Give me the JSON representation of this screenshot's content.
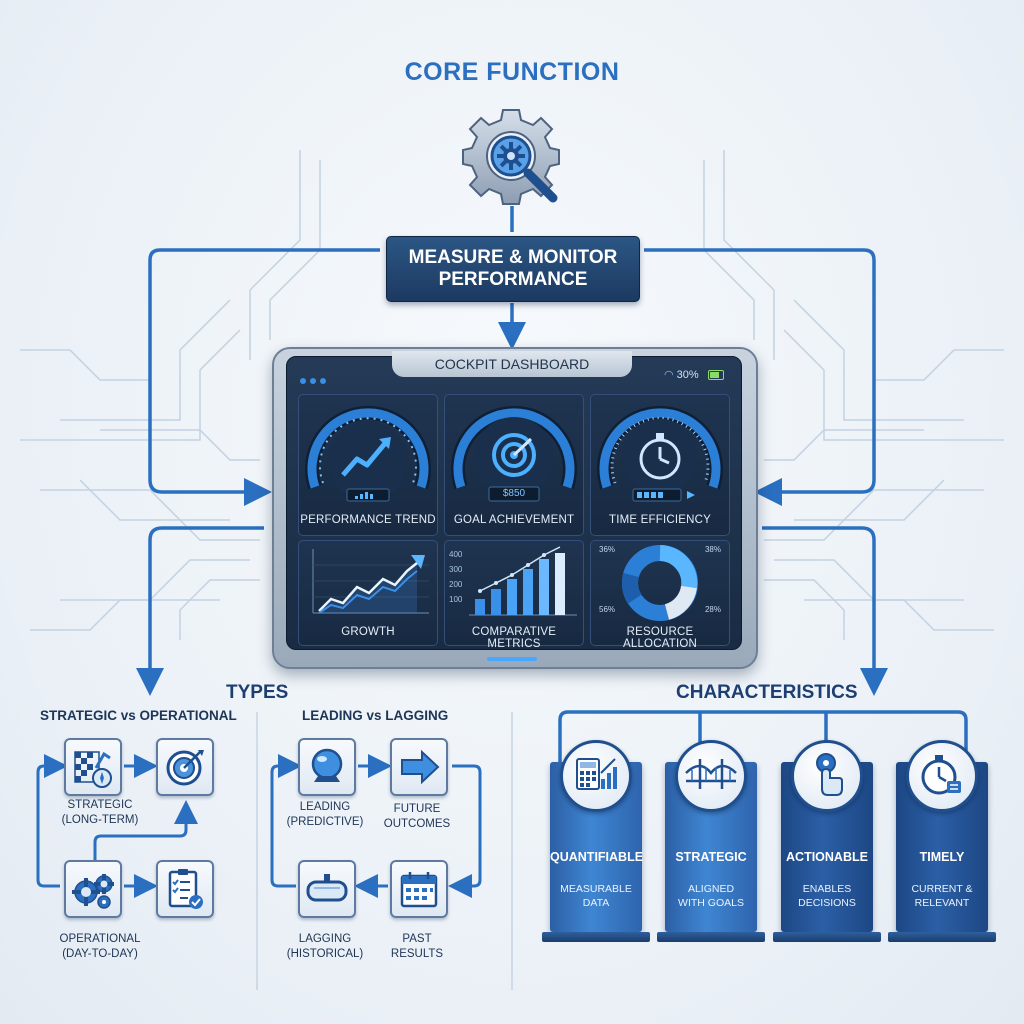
{
  "core": {
    "title": "CORE FUNCTION",
    "measure_line1": "MEASURE & MONITOR",
    "measure_line2": "PERFORMANCE"
  },
  "dashboard": {
    "title": "COCKPIT DASHBOARD",
    "signal_text": "30%",
    "gauges": [
      {
        "label": "PERFORMANCE TREND"
      },
      {
        "label": "GOAL ACHIEVEMENT",
        "readout": "$850"
      },
      {
        "label": "TIME EFFICIENCY"
      }
    ],
    "charts": [
      {
        "label": "GROWTH"
      },
      {
        "label": "COMPARATIVE METRICS",
        "axis_ticks": [
          "400",
          "300",
          "200",
          "100"
        ]
      },
      {
        "label": "RESOURCE ALLOCATION",
        "pct_tl": "36%",
        "pct_tr": "38%",
        "pct_bl": "56%",
        "pct_br": "28%"
      }
    ]
  },
  "types": {
    "heading": "TYPES",
    "strategic_vs_operational": "STRATEGIC vs OPERATIONAL",
    "leading_vs_lagging": "LEADING vs LAGGING",
    "strategic_l1": "STRATEGIC",
    "strategic_l2": "(LONG-TERM)",
    "operational_l1": "OPERATIONAL",
    "operational_l2": "(DAY-TO-DAY)",
    "leading_l1": "LEADING",
    "leading_l2": "(PREDICTIVE)",
    "future_l1": "FUTURE",
    "future_l2": "OUTCOMES",
    "lagging_l1": "LAGGING",
    "lagging_l2": "(HISTORICAL)",
    "past_l1": "PAST",
    "past_l2": "RESULTS"
  },
  "characteristics": {
    "heading": "CHARACTERISTICS",
    "items": [
      {
        "title": "QUANTIFIABLE",
        "sub1": "MEASURABLE",
        "sub2": "DATA"
      },
      {
        "title": "STRATEGIC",
        "sub1": "ALIGNED",
        "sub2": "WITH GOALS"
      },
      {
        "title": "ACTIONABLE",
        "sub1": "ENABLES",
        "sub2": "DECISIONS"
      },
      {
        "title": "TIMELY",
        "sub1": "CURRENT &",
        "sub2": "RELEVANT"
      }
    ]
  }
}
